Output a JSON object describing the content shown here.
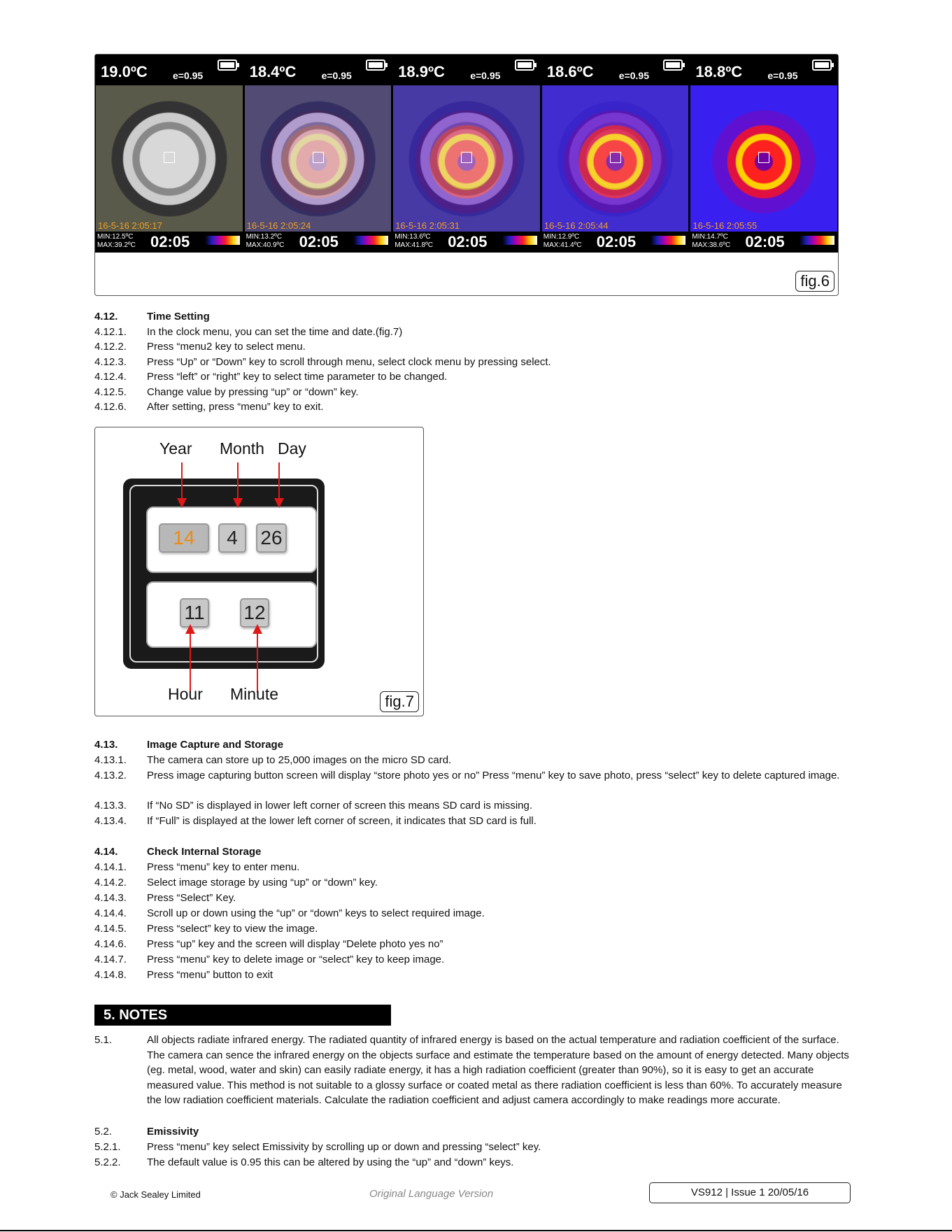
{
  "fig6": {
    "label": "fig.6",
    "panels": [
      {
        "temp": "19.0ºC",
        "emissivity": "e=0.95",
        "timestamp": "16-5-16 2:05:17",
        "min": "MIN:12.5ºC",
        "max": "MAX:39.2ºC",
        "clock": "02:05"
      },
      {
        "temp": "18.4ºC",
        "emissivity": "e=0.95",
        "timestamp": "16-5-16 2:05:24",
        "min": "MIN:13.2ºC",
        "max": "MAX:40.9ºC",
        "clock": "02:05"
      },
      {
        "temp": "18.9ºC",
        "emissivity": "e=0.95",
        "timestamp": "16-5-16 2:05:31",
        "min": "MIN:13.6ºC",
        "max": "MAX:41.8ºC",
        "clock": "02:05"
      },
      {
        "temp": "18.6ºC",
        "emissivity": "e=0.95",
        "timestamp": "16-5-16 2:05:44",
        "min": "MIN:12.9ºC",
        "max": "MAX:41.4ºC",
        "clock": "02:05"
      },
      {
        "temp": "18.8ºC",
        "emissivity": "e=0.95",
        "timestamp": "16-5-16 2:05:55",
        "min": "MIN:14.7ºC",
        "max": "MAX:38.6ºC",
        "clock": "02:05"
      }
    ]
  },
  "sec_4_12": {
    "num": "4.12.",
    "title": "Time Setting",
    "items": [
      {
        "num": "4.12.1.",
        "text": "In the clock menu, you can set the time and date.(fig.7)"
      },
      {
        "num": "4.12.2.",
        "text": "Press “menu2 key to select menu."
      },
      {
        "num": "4.12.3.",
        "text": "Press “Up” or “Down” key to scroll through menu, select clock menu by pressing select."
      },
      {
        "num": "4.12.4.",
        "text": "Press “left” or “right” key to select time parameter to be changed."
      },
      {
        "num": "4.12.5.",
        "text": "Change value by pressing “up” or “down” key."
      },
      {
        "num": "4.12.6.",
        "text": "After setting, press “menu” key to exit."
      }
    ]
  },
  "fig7": {
    "label": "fig.7",
    "year_label": "Year",
    "month_label": "Month",
    "day_label": "Day",
    "hour_label": "Hour",
    "minute_label": "Minute",
    "year_value": "14",
    "month_value": "4",
    "day_value": "26",
    "hour_value": "11",
    "minute_value": "12",
    "highlight_color": "#f08a10"
  },
  "sec_4_13": {
    "num": "4.13.",
    "title": "Image Capture and Storage",
    "items": [
      {
        "num": "4.13.1.",
        "text": "The camera can store up to 25,000 images on the micro SD card."
      },
      {
        "num": "4.13.2.",
        "text": "Press image capturing button screen will display “store photo yes or no” Press “menu”  key to save photo, press “select” key to delete captured image."
      },
      {
        "num": "4.13.3.",
        "text": "If “No SD” is displayed in lower left corner of screen this means SD card is missing."
      },
      {
        "num": "4.13.4.",
        "text": " If “Full” is displayed at the lower left corner of screen, it indicates that SD card is full."
      }
    ]
  },
  "sec_4_14": {
    "num": "4.14.",
    "title": "Check Internal Storage",
    "items": [
      {
        "num": "4.14.1.",
        "text": "Press “menu” key to enter menu."
      },
      {
        "num": "4.14.2.",
        "text": "Select image storage by using “up” or “down” key."
      },
      {
        "num": "4.14.3.",
        "text": "Press “Select” Key."
      },
      {
        "num": "4.14.4.",
        "text": "Scroll up or down using the “up” or “down” keys to select required image."
      },
      {
        "num": "4.14.5.",
        "text": "Press “select” key to view the image."
      },
      {
        "num": "4.14.6.",
        "text": "Press “up” key and the screen will display “Delete photo yes no”"
      },
      {
        "num": "4.14.7.",
        "text": "Press “menu” key to delete image or “select” key to keep image."
      },
      {
        "num": "4.14.8.",
        "text": "Press “menu” button to exit"
      }
    ]
  },
  "notes": {
    "header": "5.   NOTES",
    "p5_1_num": "5.1.",
    "p5_1_text": "All objects radiate infrared energy. The radiated quantity of infrared energy is based on the actual temperature and radiation coefficient of the surface. The camera can sence the infrared energy on the objects surface and estimate the temperature based on the amount of energy detected. Many objects (eg. metal, wood, water and skin) can easily radiate energy, it has a high radiation coefficient (greater than 90%), so it is easy to get an accurate measured value. This method is not suitable to a glossy surface or coated metal as there radiation coefficient is less than 60%. To accurately measure the low radiation coefficient materials. Calculate the radiation coefficient and adjust camera accordingly to make readings more accurate.",
    "p5_2_num": "5.2.",
    "p5_2_title": "Emissivity",
    "p5_2_1_num": "5.2.1.",
    "p5_2_1_text": "Press “menu” key select Emissivity by scrolling up or down and pressing “select” key.",
    "p5_2_2_num": "5.2.2.",
    "p5_2_2_text": "The default value is 0.95 this can be altered by using the “up” and “down” keys."
  },
  "footer": {
    "copyright": "© Jack Sealey Limited",
    "language": "Original Language Version",
    "doc_ref": "VS912 | Issue 1 20/05/16"
  }
}
